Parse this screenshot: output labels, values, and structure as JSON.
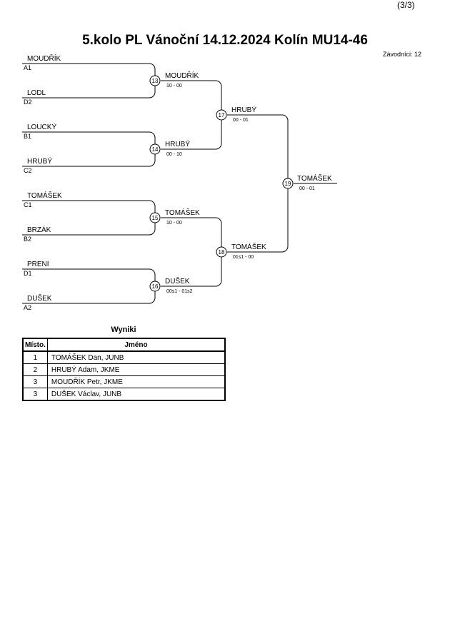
{
  "header": {
    "page_number": "(3/3)",
    "title": "5.kolo PL Vánoční  14.12.2024  Kolín   MU14-46",
    "participants": "Závodníci: 12"
  },
  "bracket": {
    "round1": [
      {
        "name": "MOUDŘÍK",
        "seed": "A1"
      },
      {
        "name": "LODL",
        "seed": "D2"
      },
      {
        "name": "LOUCKÝ",
        "seed": "B1"
      },
      {
        "name": "HRUBÝ",
        "seed": "C2"
      },
      {
        "name": "TOMÁŠEK",
        "seed": "C1"
      },
      {
        "name": "BRZÁK",
        "seed": "B2"
      },
      {
        "name": "PRENI",
        "seed": "D1"
      },
      {
        "name": "DUŠEK",
        "seed": "A2"
      }
    ],
    "round2": [
      {
        "match": "13",
        "winner": "MOUDŘÍK",
        "score": "10 - 00"
      },
      {
        "match": "14",
        "winner": "HRUBÝ",
        "score": "00 - 10"
      },
      {
        "match": "15",
        "winner": "TOMÁŠEK",
        "score": "10 - 00"
      },
      {
        "match": "16",
        "winner": "DUŠEK",
        "score": "00s1 - 01s2"
      }
    ],
    "round3": [
      {
        "match": "17",
        "winner": "HRUBÝ",
        "score": "00 - 01"
      },
      {
        "match": "18",
        "winner": "TOMÁŠEK",
        "score": "01s1 - 00"
      }
    ],
    "final": {
      "match": "19",
      "winner": "TOMÁŠEK",
      "score": "00 - 01"
    }
  },
  "results": {
    "title": "Wyniki",
    "col_place": "Místo.",
    "col_name": "Jméno",
    "rows": [
      {
        "place": "1",
        "name": "TOMÁŠEK Dan, JUNB"
      },
      {
        "place": "2",
        "name": "HRUBÝ Adam, JKME"
      },
      {
        "place": "3",
        "name": "MOUDŘÍK Petr, JKME"
      },
      {
        "place": "3",
        "name": "DUŠEK Václav, JUNB"
      }
    ]
  }
}
